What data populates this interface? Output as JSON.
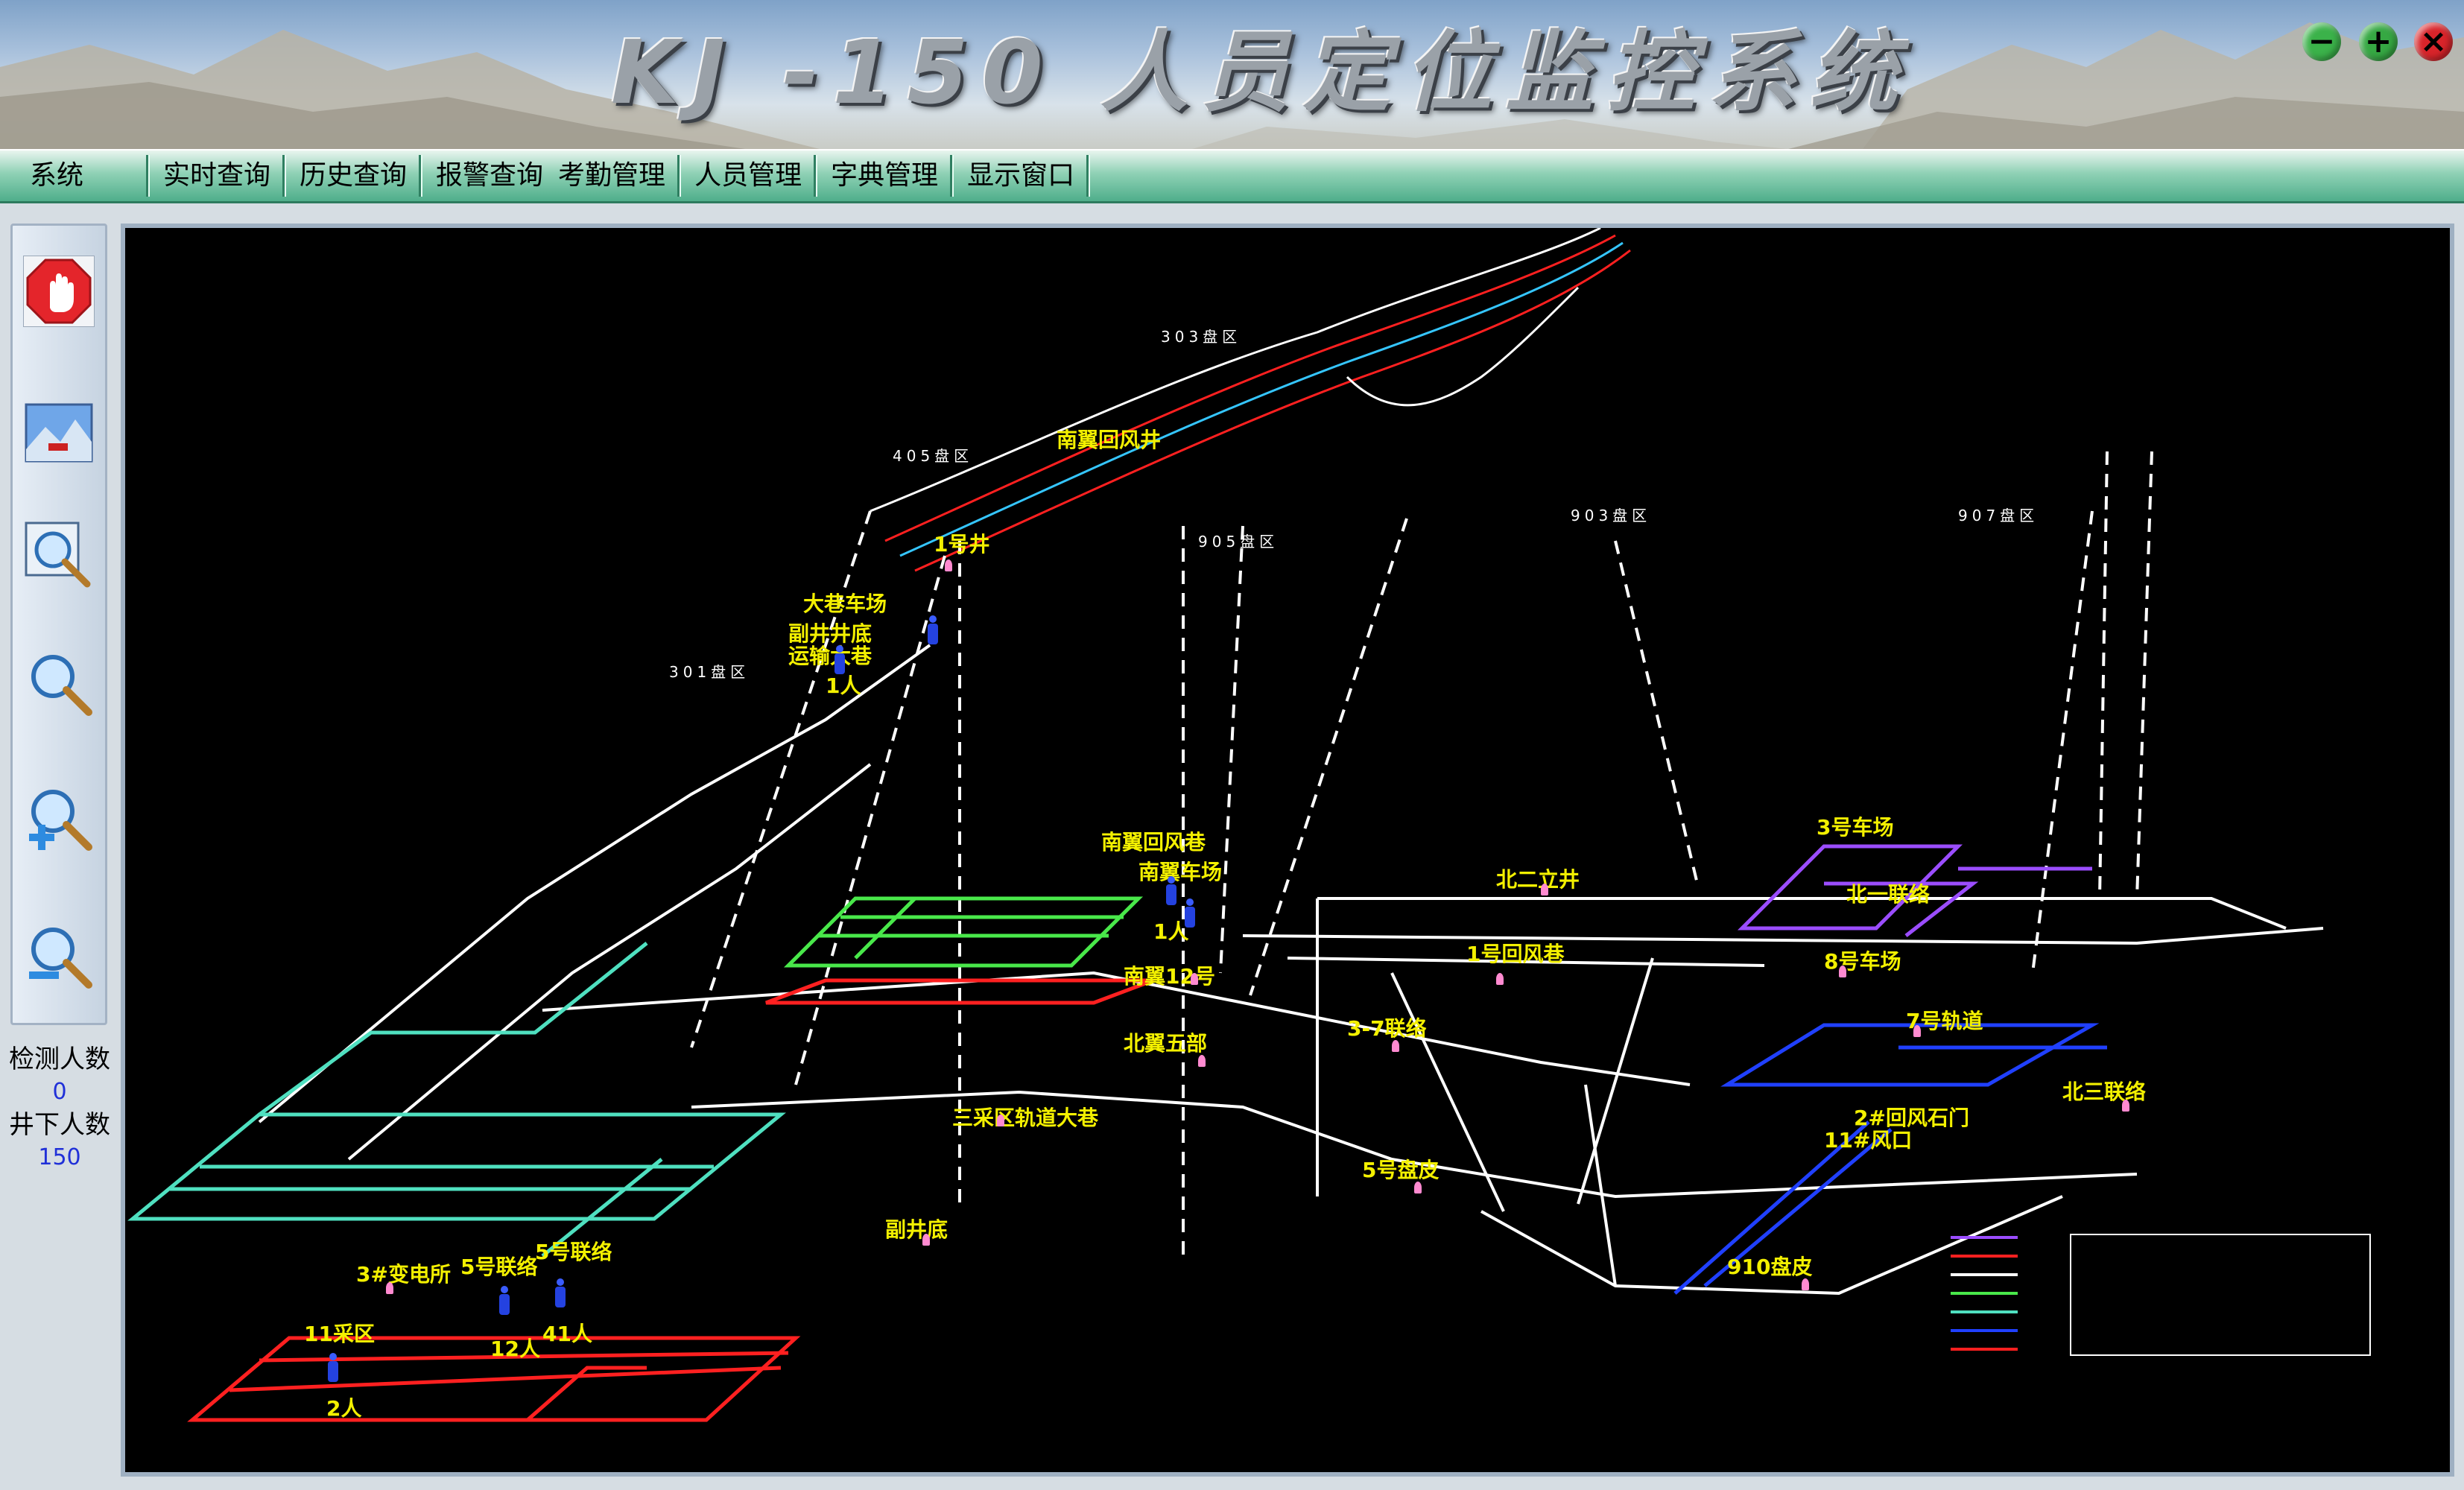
{
  "app": {
    "title": "KJ -150 人员定位监控系统",
    "window_buttons": {
      "minimize": "−",
      "maximize": "+",
      "close": "×"
    }
  },
  "menu": [
    {
      "id": "system",
      "label": "系统"
    },
    {
      "id": "realtime",
      "label": "实时查询"
    },
    {
      "id": "history",
      "label": "历史查询"
    },
    {
      "id": "alarm",
      "label": "报警查询"
    },
    {
      "id": "attendance",
      "label": "考勤管理"
    },
    {
      "id": "personnel",
      "label": "人员管理"
    },
    {
      "id": "dictionary",
      "label": "字典管理"
    },
    {
      "id": "display",
      "label": "显示窗口"
    }
  ],
  "toolbar": {
    "tools": [
      "stop-hand-icon",
      "map-view-icon",
      "zoom-window-icon",
      "zoom-icon",
      "zoom-in-icon",
      "zoom-out-icon"
    ]
  },
  "stats": {
    "detected_label": "检测人数",
    "detected_value": "0",
    "underground_label": "井下人数",
    "underground_value": "150"
  },
  "map": {
    "background": "#000000",
    "colors": {
      "white": "#ffffff",
      "red": "#ff2020",
      "green": "#49e84a",
      "teal": "#4fe0c0",
      "purple": "#9b4dff",
      "blue": "#2040ff",
      "cyan": "#35c6ff",
      "label": "#f3f000"
    },
    "zones": [
      "303盘区",
      "405盘区",
      "301盘区",
      "905盘区",
      "903盘区",
      "907盘区"
    ],
    "labels": {
      "l1": "南翼回风井",
      "l2": "1号井",
      "l3": "大巷车场",
      "l4": "副井井底",
      "l5": "运输大巷",
      "l6": "1人",
      "l7": "南翼回风巷",
      "l8": "南翼车场",
      "l9": "1人",
      "l10": "南翼12号",
      "l11": "北翼五部",
      "l12": "三采区轨道大巷",
      "l13": "副井底",
      "l14": "北二立井",
      "l15": "1号回风巷",
      "l16": "3-7联络",
      "l17": "5号盘皮",
      "l18": "3号车场",
      "l19": "8号车场",
      "l20": "7号轨道",
      "l21": "北三联络",
      "l22": "2#回风石门",
      "l23": "11#风口",
      "l24": "910盘皮",
      "l25": "3#变电所",
      "l26": "5号联络",
      "l27": "5号联络",
      "l28": "11采区",
      "l29": "2人",
      "l30": "12人",
      "l31": "41人",
      "l32": "北一联络"
    }
  }
}
